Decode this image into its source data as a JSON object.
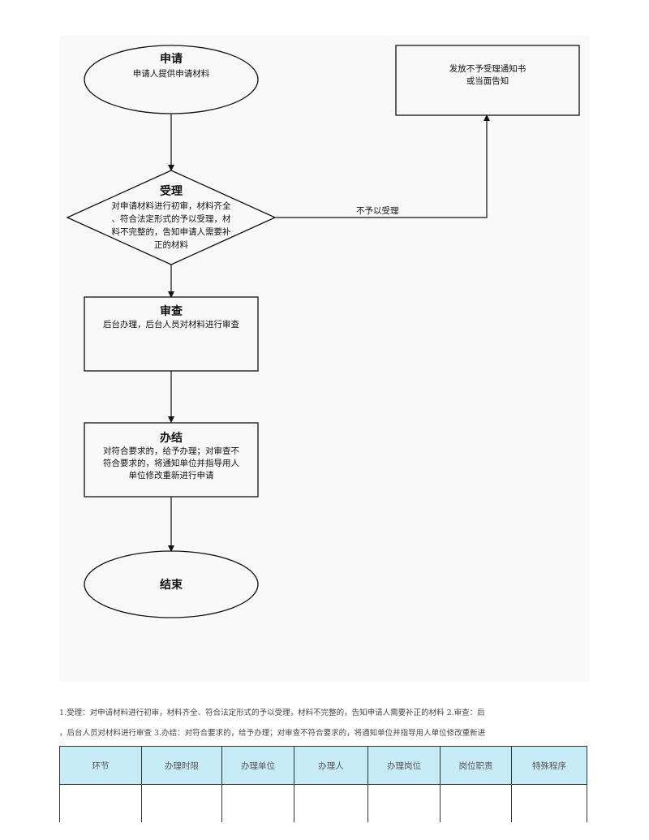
{
  "flowchart": {
    "apply": {
      "title": "申请",
      "lines": [
        "申请人提供申请材料"
      ]
    },
    "reject_box": {
      "lines": [
        "发放不予受理通知书",
        "或当面告知"
      ]
    },
    "accept": {
      "title": "受理",
      "lines": [
        "对申请材料进行初审，材料齐全",
        "、符合法定形式的予以受理，材",
        "料不完整的，告知申请人需要补",
        "正的材料"
      ]
    },
    "reject_edge_label": "不予以受理",
    "review": {
      "title": "审查",
      "lines": [
        "后台办理，后台人员对材料进行审查"
      ]
    },
    "conclude": {
      "title": "办结",
      "lines": [
        "对符合要求的，给予办理；对审查不",
        "符合要求的，将通知单位并指导用人",
        "单位修改重新进行申请"
      ]
    },
    "end": {
      "title": "结束"
    }
  },
  "summary": {
    "line1": "1.受理：对申请材料进行初审，材料齐全、符合法定形式的予以受理，材料不完整的，告知申请人需要补正的材料 2.审查：后",
    "line2": "，后台人员对材料进行审查 3.办结：对符合要求的，给予办理；对审查不符合要求的，将通知单位并指导用人单位修改重新进"
  },
  "table": {
    "headers": [
      "环节",
      "办理时限",
      "办理单位",
      "办理人",
      "办理岗位",
      "岗位职责",
      "特殊程序"
    ]
  }
}
